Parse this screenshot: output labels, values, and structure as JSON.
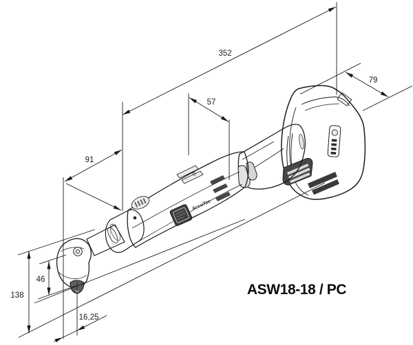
{
  "title": {
    "model": "ASW18-18 / PC"
  },
  "tool": {
    "brand_label": "AccuTec"
  },
  "dimensions": {
    "overall_length": "352",
    "battery_width": "79",
    "body_diameter": "57",
    "head_section_length": "91",
    "head_height": "46",
    "overall_height": "138",
    "drive_offset": "16,25"
  },
  "colors": {
    "line": "#1a1a1a",
    "body_light": "#fbfbfb",
    "body_dark": "#c6c6c6",
    "collar_dark": "#5e5e5e",
    "background": "#ffffff"
  }
}
